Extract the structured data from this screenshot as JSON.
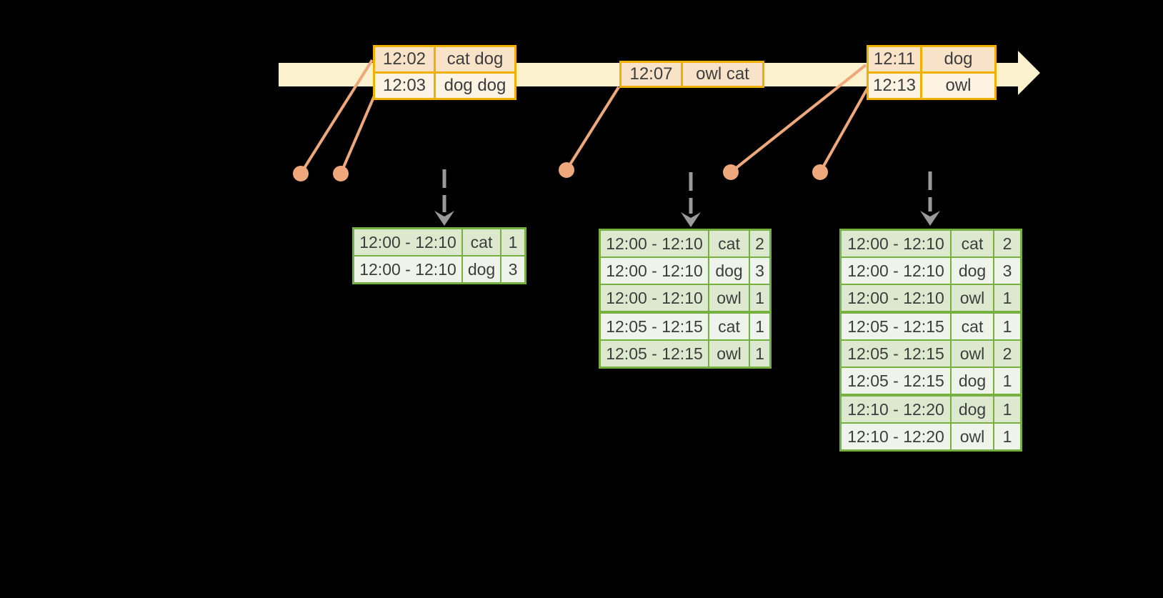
{
  "colors": {
    "background": "#000000",
    "timeline_fill": "#FBF1CD",
    "event_border": "#F0B000",
    "event_row_peach": "#F9E3C8",
    "event_row_cream": "#FCF3E3",
    "marker": "#EEA87B",
    "arrow_gray": "#9A9A9A",
    "result_border": "#76B041",
    "result_row_dark": "#DCE9CF",
    "result_row_light": "#EFF4EA",
    "text": "#3D3D3D"
  },
  "timeline": {
    "event_tables": [
      {
        "rows": [
          {
            "time": "12:02",
            "words": "cat dog"
          },
          {
            "time": "12:03",
            "words": "dog dog"
          }
        ]
      },
      {
        "rows": [
          {
            "time": "12:07",
            "words": "owl cat"
          }
        ]
      },
      {
        "rows": [
          {
            "time": "12:11",
            "words": "dog"
          },
          {
            "time": "12:13",
            "words": "owl"
          }
        ]
      }
    ]
  },
  "result_tables": [
    {
      "rows": [
        {
          "window": "12:00 - 12:10",
          "word": "cat",
          "count": "1",
          "group": 0
        },
        {
          "window": "12:00 - 12:10",
          "word": "dog",
          "count": "3",
          "group": 0
        }
      ]
    },
    {
      "rows": [
        {
          "window": "12:00 - 12:10",
          "word": "cat",
          "count": "2",
          "group": 0
        },
        {
          "window": "12:00 - 12:10",
          "word": "dog",
          "count": "3",
          "group": 0
        },
        {
          "window": "12:00 - 12:10",
          "word": "owl",
          "count": "1",
          "group": 0
        },
        {
          "window": "12:05 - 12:15",
          "word": "cat",
          "count": "1",
          "group": 1
        },
        {
          "window": "12:05 - 12:15",
          "word": "owl",
          "count": "1",
          "group": 1
        }
      ]
    },
    {
      "rows": [
        {
          "window": "12:00 - 12:10",
          "word": "cat",
          "count": "2",
          "group": 0
        },
        {
          "window": "12:00 - 12:10",
          "word": "dog",
          "count": "3",
          "group": 0
        },
        {
          "window": "12:00 - 12:10",
          "word": "owl",
          "count": "1",
          "group": 0
        },
        {
          "window": "12:05 - 12:15",
          "word": "cat",
          "count": "1",
          "group": 1
        },
        {
          "window": "12:05 - 12:15",
          "word": "owl",
          "count": "2",
          "group": 1
        },
        {
          "window": "12:05 - 12:15",
          "word": "dog",
          "count": "1",
          "group": 1
        },
        {
          "window": "12:10 - 12:20",
          "word": "dog",
          "count": "1",
          "group": 2
        },
        {
          "window": "12:10 - 12:20",
          "word": "owl",
          "count": "1",
          "group": 2
        }
      ]
    }
  ]
}
